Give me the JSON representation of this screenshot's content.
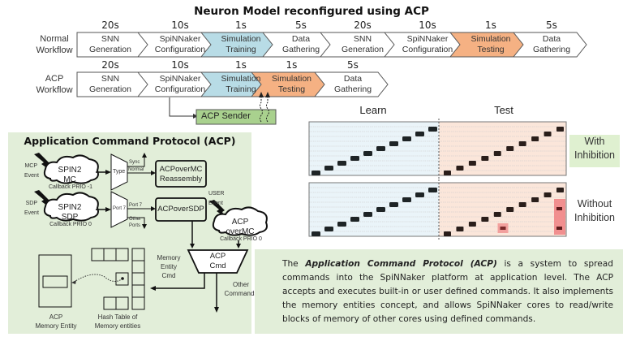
{
  "title": "Neuron Model reconfigured using ACP",
  "workflows": [
    {
      "label": [
        "Normal",
        "Workflow"
      ],
      "steps": [
        {
          "duration": "20s",
          "lines": [
            "SNN",
            "Generation"
          ],
          "fill": "#ffffff"
        },
        {
          "duration": "10s",
          "lines": [
            "SpiNNaker",
            "Configuration"
          ],
          "fill": "#ffffff"
        },
        {
          "duration": "1s",
          "lines": [
            "Simulation",
            "Training"
          ],
          "fill": "#b8dce6"
        },
        {
          "duration": "5s",
          "lines": [
            "Data",
            "Gathering"
          ],
          "fill": "#ffffff"
        },
        {
          "duration": "20s",
          "lines": [
            "SNN",
            "Generation"
          ],
          "fill": "#ffffff"
        },
        {
          "duration": "10s",
          "lines": [
            "SpiNNaker",
            "Configuration"
          ],
          "fill": "#ffffff"
        },
        {
          "duration": "1s",
          "lines": [
            "Simulation",
            "Testing"
          ],
          "fill": "#f5b183"
        },
        {
          "duration": "5s",
          "lines": [
            "Data",
            "Gathering"
          ],
          "fill": "#ffffff"
        }
      ]
    },
    {
      "label": [
        "ACP",
        "Workflow"
      ],
      "steps": [
        {
          "duration": "20s",
          "lines": [
            "SNN",
            "Generation"
          ],
          "fill": "#ffffff"
        },
        {
          "duration": "10s",
          "lines": [
            "SpiNNaker",
            "Configuration"
          ],
          "fill": "#ffffff"
        },
        {
          "duration": "1s",
          "lines": [
            "Simulation",
            "Training"
          ],
          "fill": "#b8dce6"
        },
        {
          "duration": "1s",
          "lines": [
            "Simulation",
            "Testing"
          ],
          "fill": "#f5b183"
        },
        {
          "duration": "5s",
          "lines": [
            "Data",
            "Gathering"
          ],
          "fill": "#ffffff"
        }
      ]
    }
  ],
  "acp_sender": "ACP Sender",
  "acp_diagram": {
    "title": "Application Command Protocol (ACP)",
    "mcp_event": [
      "MCP",
      "Event"
    ],
    "sdp_event": [
      "SDP",
      "Event"
    ],
    "user_event": [
      "USER",
      "Event"
    ],
    "spin2_mc": [
      "SPIN2",
      "MC"
    ],
    "spin2_mc_callback": "Callback PRIO -1",
    "spin2_sdp": [
      "SPIN2",
      "SDP"
    ],
    "spin2_sdp_callback": "Callback PRIO 0",
    "type_mux": "Type",
    "sync": "Sync",
    "normal": "Normal",
    "port_mux": "Port 7",
    "port7": "Port 7",
    "other_ports": [
      "Other",
      "Ports"
    ],
    "reassembly": [
      "ACPoverMC",
      "Reassembly"
    ],
    "acpoversdp": "ACPoverSDP",
    "acp_overmc": [
      "ACP",
      "overMC"
    ],
    "acp_overmc_callback": "Callback PRIO 0",
    "acp_cmd": [
      "ACP",
      "Cmd"
    ],
    "memory_entity_cmd": [
      "Memory",
      "Entity",
      "Cmd"
    ],
    "other_commands": [
      "Other",
      "Commands"
    ],
    "memory_entity_label": [
      "ACP",
      "Memory Entity"
    ],
    "hash_table_label": [
      "Hash Table of",
      "Memory entities"
    ]
  },
  "raster": {
    "learn_label": "Learn",
    "test_label": "Test",
    "with_inhibition": [
      "With",
      "Inhibition"
    ],
    "without_inhibition": [
      "Without",
      "Inhibition"
    ],
    "learn_color": "#eaf4f9",
    "test_color": "#fbe6da",
    "highlight_color": "#f08a8a",
    "inhibition_label_bg": "#dff0d0"
  },
  "chart_data": [
    {
      "type": "scatter",
      "title": "With Inhibition",
      "xlabel": "",
      "ylabel": "",
      "phases": [
        "Learn",
        "Test"
      ],
      "rows": 11,
      "learn_spikes": [
        {
          "pattern": 1,
          "neuron": 1
        },
        {
          "pattern": 2,
          "neuron": 2
        },
        {
          "pattern": 3,
          "neuron": 3
        },
        {
          "pattern": 4,
          "neuron": 4
        },
        {
          "pattern": 5,
          "neuron": 5
        },
        {
          "pattern": 6,
          "neuron": 6
        },
        {
          "pattern": 7,
          "neuron": 7
        },
        {
          "pattern": 8,
          "neuron": 8
        },
        {
          "pattern": 9,
          "neuron": 9
        },
        {
          "pattern": 10,
          "neuron": 10
        }
      ],
      "test_spikes": [
        {
          "pattern": 1,
          "neuron": 1
        },
        {
          "pattern": 2,
          "neuron": 2
        },
        {
          "pattern": 3,
          "neuron": 3
        },
        {
          "pattern": 4,
          "neuron": 4
        },
        {
          "pattern": 5,
          "neuron": 5
        },
        {
          "pattern": 6,
          "neuron": 6
        },
        {
          "pattern": 7,
          "neuron": 7
        },
        {
          "pattern": 8,
          "neuron": 8
        },
        {
          "pattern": 9,
          "neuron": 9
        },
        {
          "pattern": 10,
          "neuron": 10
        }
      ],
      "highlighted_errors": []
    },
    {
      "type": "scatter",
      "title": "Without Inhibition",
      "xlabel": "",
      "ylabel": "",
      "phases": [
        "Learn",
        "Test"
      ],
      "rows": 11,
      "learn_spikes": [
        {
          "pattern": 1,
          "neuron": 1
        },
        {
          "pattern": 2,
          "neuron": 2
        },
        {
          "pattern": 3,
          "neuron": 3
        },
        {
          "pattern": 4,
          "neuron": 4
        },
        {
          "pattern": 5,
          "neuron": 5
        },
        {
          "pattern": 6,
          "neuron": 6
        },
        {
          "pattern": 7,
          "neuron": 7
        },
        {
          "pattern": 8,
          "neuron": 8
        },
        {
          "pattern": 9,
          "neuron": 9
        },
        {
          "pattern": 10,
          "neuron": 10
        }
      ],
      "test_spikes": [
        {
          "pattern": 1,
          "neuron": 1
        },
        {
          "pattern": 2,
          "neuron": 2
        },
        {
          "pattern": 3,
          "neuron": 3
        },
        {
          "pattern": 4,
          "neuron": 4
        },
        {
          "pattern": 5,
          "neuron": 5
        },
        {
          "pattern": 6,
          "neuron": 6
        },
        {
          "pattern": 7,
          "neuron": 7
        },
        {
          "pattern": 8,
          "neuron": 8
        },
        {
          "pattern": 9,
          "neuron": 9
        },
        {
          "pattern": 10,
          "neuron": 10
        }
      ],
      "highlighted_errors": [
        {
          "pattern": 5.5,
          "neuron": 2
        },
        {
          "pattern": 10,
          "neuron": 2
        },
        {
          "pattern": 10,
          "neuron": 6
        }
      ]
    }
  ],
  "description": {
    "prefix": "The ",
    "emphasis": "Application Command Protocol (ACP)",
    "body": " is a system to spread commands into the SpiNNaker platform at application level. The ACP accepts and executes built-in or user defined commands. It also implements the memory entities concept,  and allows SpiNNaker cores to read/write blocks of memory of other cores using defined commands."
  }
}
